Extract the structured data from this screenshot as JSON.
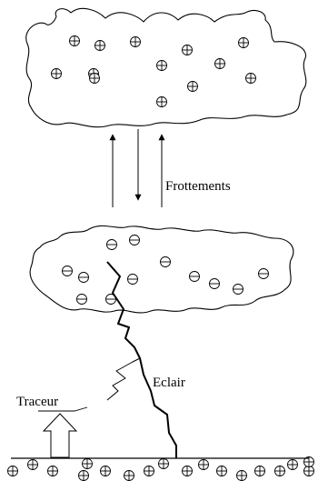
{
  "diagram": {
    "labels": {
      "friction": "Frottements",
      "lightning": "Eclair",
      "leader": "Traceur"
    },
    "charges": {
      "upper_cloud": "positive",
      "lower_cloud": "negative",
      "ground": "positive"
    },
    "arrows": [
      "up",
      "down",
      "up"
    ]
  }
}
